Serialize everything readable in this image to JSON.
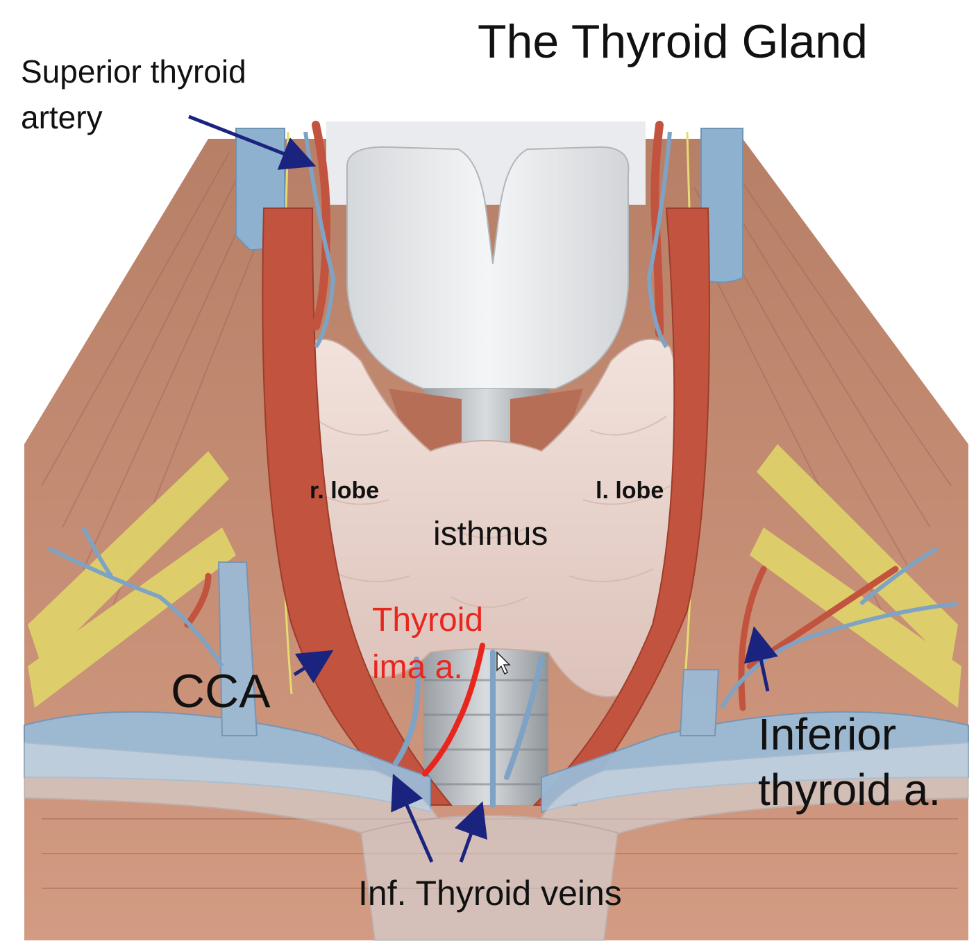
{
  "title": "The Thyroid Gland",
  "labels": {
    "superior_thyroid_artery_line1": "Superior thyroid",
    "superior_thyroid_artery_line2": "artery",
    "right_lobe": "r. lobe",
    "left_lobe": "l. lobe",
    "isthmus": "isthmus",
    "thyroid_ima_line1": "Thyroid",
    "thyroid_ima_line2": "ima a.",
    "cca": "CCA",
    "inferior_thyroid_artery_line1": "Inferior",
    "inferior_thyroid_artery_line2": "thyroid a.",
    "inferior_thyroid_veins": "Inf. Thyroid veins"
  },
  "colors": {
    "muscle": "#c48a70",
    "artery": "#c2533e",
    "vein": "#8fb1d0",
    "nerve": "#e0d46a",
    "gland": "#efdcd6",
    "cartilage": "#e6e8ea",
    "arrow": "#1a237e",
    "ima_highlight": "#e8261e"
  }
}
